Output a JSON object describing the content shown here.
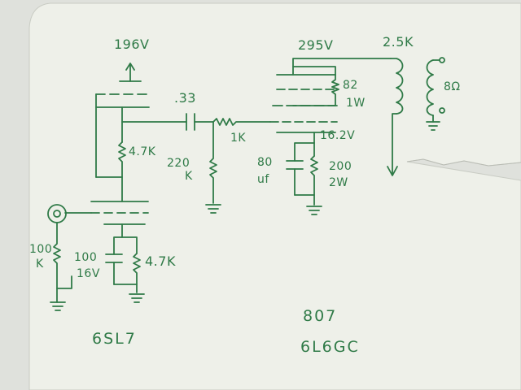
{
  "diagram": {
    "ink_color": "#2f7a47",
    "card_color": "#eef0e9",
    "background_color": "#dfe1dc",
    "labels": {
      "v_6sl7_plate": "196V",
      "r_6sl7_plate": "4.7K",
      "c_coupling": ".33",
      "r_grid_stop": "1K",
      "r_grid_leak_value": "220",
      "r_grid_leak_unit": "K",
      "v_807_plate": "295V",
      "ot_primary": "2.5K",
      "ot_secondary": "8Ω",
      "r_screen_value": "82",
      "r_screen_watt": "1W",
      "v_807_cathode": "16.2V",
      "c_807_cathode_value": "80",
      "c_807_cathode_unit": "uf",
      "r_807_cathode_value": "200",
      "r_807_cathode_watt": "2W",
      "r_input_value": "100",
      "r_input_unit": "K",
      "c_6sl7_cathode_value": "100",
      "c_6sl7_cathode_volt": "16V",
      "r_6sl7_cathode": "4.7K",
      "tube_driver": "6SL7",
      "tube_output_1": "807",
      "tube_output_2": "6L6GC"
    }
  }
}
